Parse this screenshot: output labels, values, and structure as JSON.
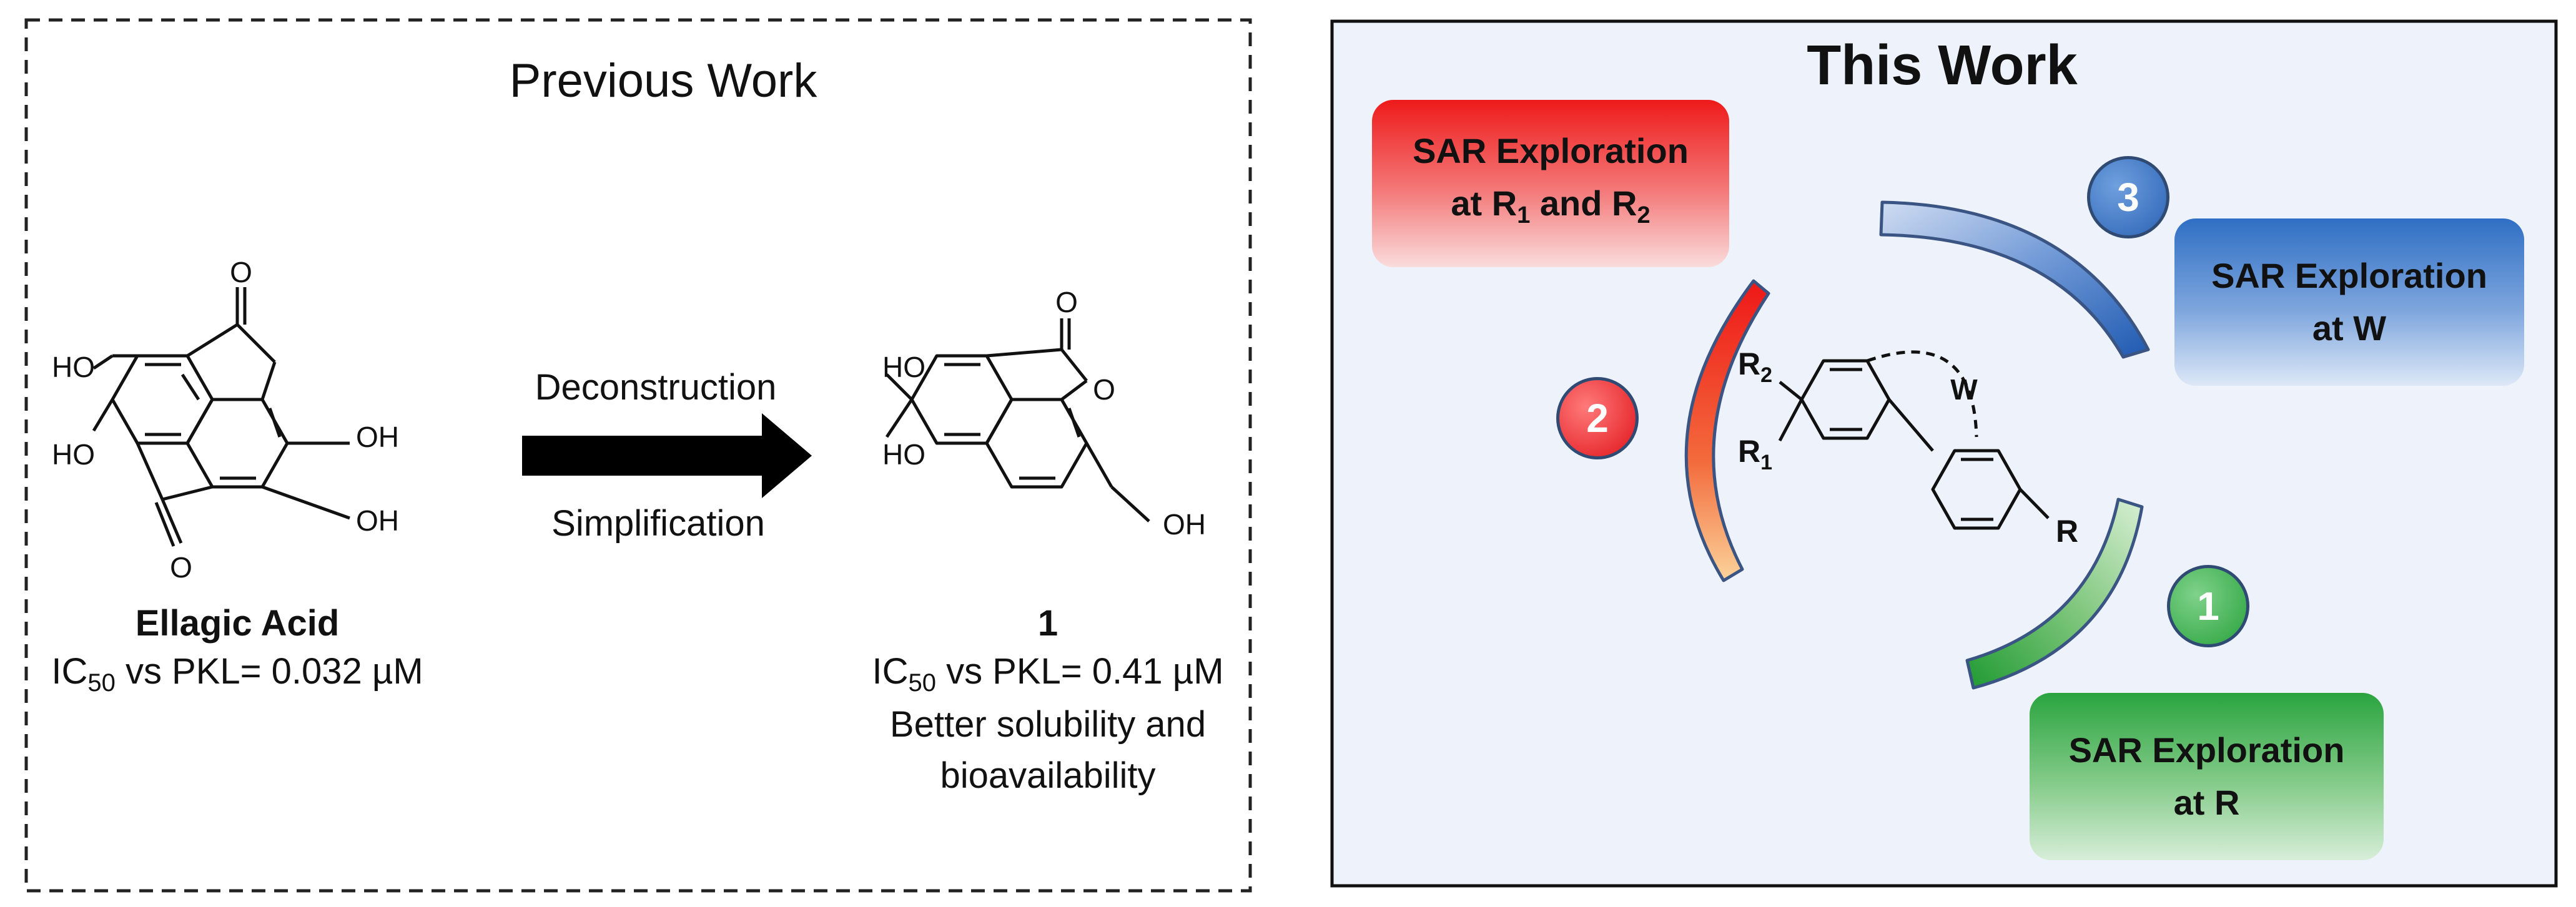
{
  "left_panel": {
    "title": "Previous Work",
    "arrow_label_top": "Deconstruction",
    "arrow_label_bottom": "Simplification",
    "ellagic_acid": {
      "name": "Ellagic Acid",
      "ic50_prefix": "IC",
      "ic50_sub": "50",
      "ic50_value": " vs PKL= 0.032 µM",
      "substituents": {
        "ho1": "HO",
        "ho2": "HO",
        "oh1": "OH",
        "oh2": "OH",
        "o": "O"
      }
    },
    "compound_1": {
      "name": "1",
      "ic50_prefix": "IC",
      "ic50_sub": "50",
      "ic50_value": " vs PKL= 0.41 µM",
      "note_line1": "Better solubility and",
      "note_line2": "bioavailability",
      "substituents": {
        "ho1": "HO",
        "ho2": "HO",
        "oh": "OH",
        "o": "O"
      }
    }
  },
  "right_panel": {
    "title": "This Work",
    "box_red": {
      "line1": "SAR Exploration",
      "line2_at": "at R",
      "sub1": "1",
      "and": " and R",
      "sub2": "2"
    },
    "box_blue": {
      "line1": "SAR Exploration",
      "line2": "at W"
    },
    "box_green": {
      "line1": "SAR Exploration",
      "line2": "at R"
    },
    "circle_1": "1",
    "circle_2": "2",
    "circle_3": "3",
    "scaffold": {
      "r": "R",
      "r1": "R",
      "r1_sub": "1",
      "r2": "R",
      "r2_sub": "2",
      "w": "W"
    }
  },
  "colors": {
    "red": "#e8191d",
    "blue": "#2a62b5",
    "green": "#28a23c",
    "panel_bg": "#eef2fa"
  }
}
